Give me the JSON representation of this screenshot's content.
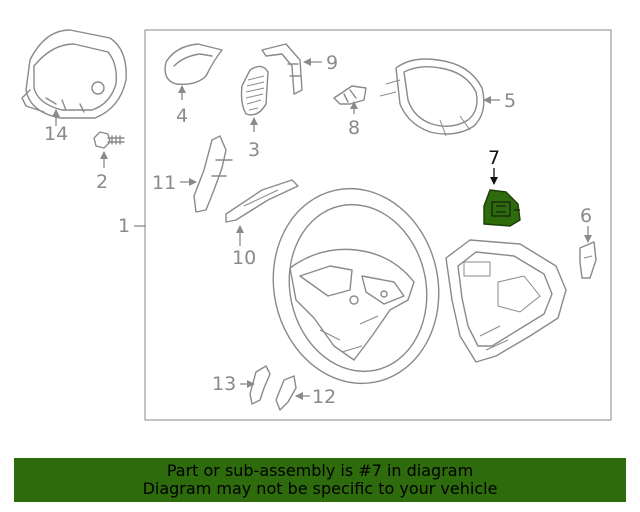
{
  "diagram": {
    "callouts": {
      "c1": "1",
      "c2": "2",
      "c3": "3",
      "c4": "4",
      "c5": "5",
      "c6": "6",
      "c7": "7",
      "c8": "8",
      "c9": "9",
      "c10": "10",
      "c11": "11",
      "c12": "12",
      "c13": "13",
      "c14": "14"
    },
    "highlight_color": "#2d6b0c",
    "line_color": "#8a8a8a"
  },
  "banner": {
    "line1": "Part or sub-assembly is #7 in diagram",
    "line2": "Diagram may not be specific to your vehicle",
    "background": "#2d6b0c"
  }
}
